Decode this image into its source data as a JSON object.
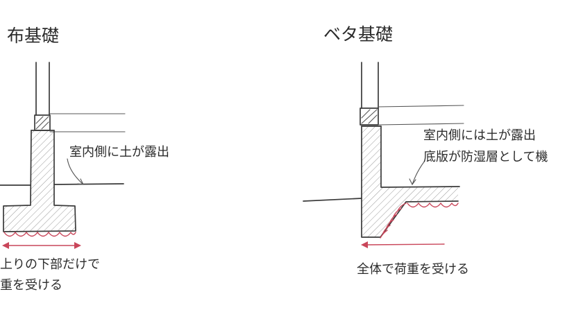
{
  "left": {
    "title": "布基礎",
    "note": "室内側に土が露出",
    "caption_line1": "上りの下部だけで",
    "caption_line2": "重を受ける"
  },
  "right": {
    "title": "ベタ基礎",
    "note_line1": "室内側には土が露出",
    "note_line2": "底版が防湿層として機"
  },
  "bottom_caption": "全体で荷重を受ける",
  "colors": {
    "line": "#3a3a3a",
    "accent": "#c9465a"
  }
}
